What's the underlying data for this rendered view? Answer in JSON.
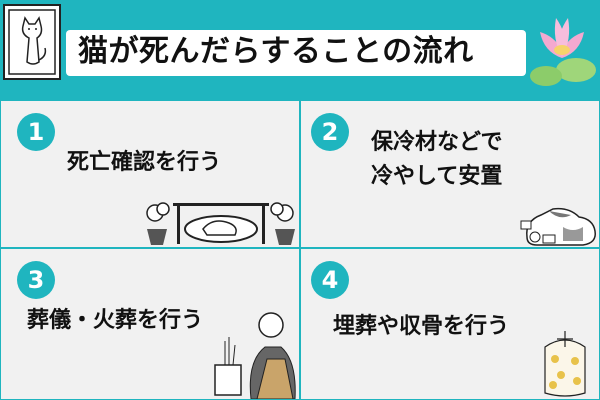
{
  "header": {
    "title": "猫が死んだらすることの流れ",
    "background_color": "#1fb5bf",
    "left_icon": "framed-cat-portrait-icon",
    "right_icon": "lotus-flower-icon"
  },
  "steps": [
    {
      "number": "1",
      "label": "死亡確認を行う",
      "illustration": "cat-in-bed-with-flowers-icon"
    },
    {
      "number": "2",
      "label_line1": "保冷材などで",
      "label_line2": "冷やして安置",
      "illustration": "cat-with-ice-packs-icon"
    },
    {
      "number": "3",
      "label": "葬儀・火葬を行う",
      "illustration": "monk-with-altar-icon"
    },
    {
      "number": "4",
      "label": "埋葬や収骨を行う",
      "illustration": "urn-cover-icon"
    }
  ],
  "colors": {
    "accent": "#1fb5bf",
    "panel": "#f1f1f1",
    "text": "#111111"
  }
}
